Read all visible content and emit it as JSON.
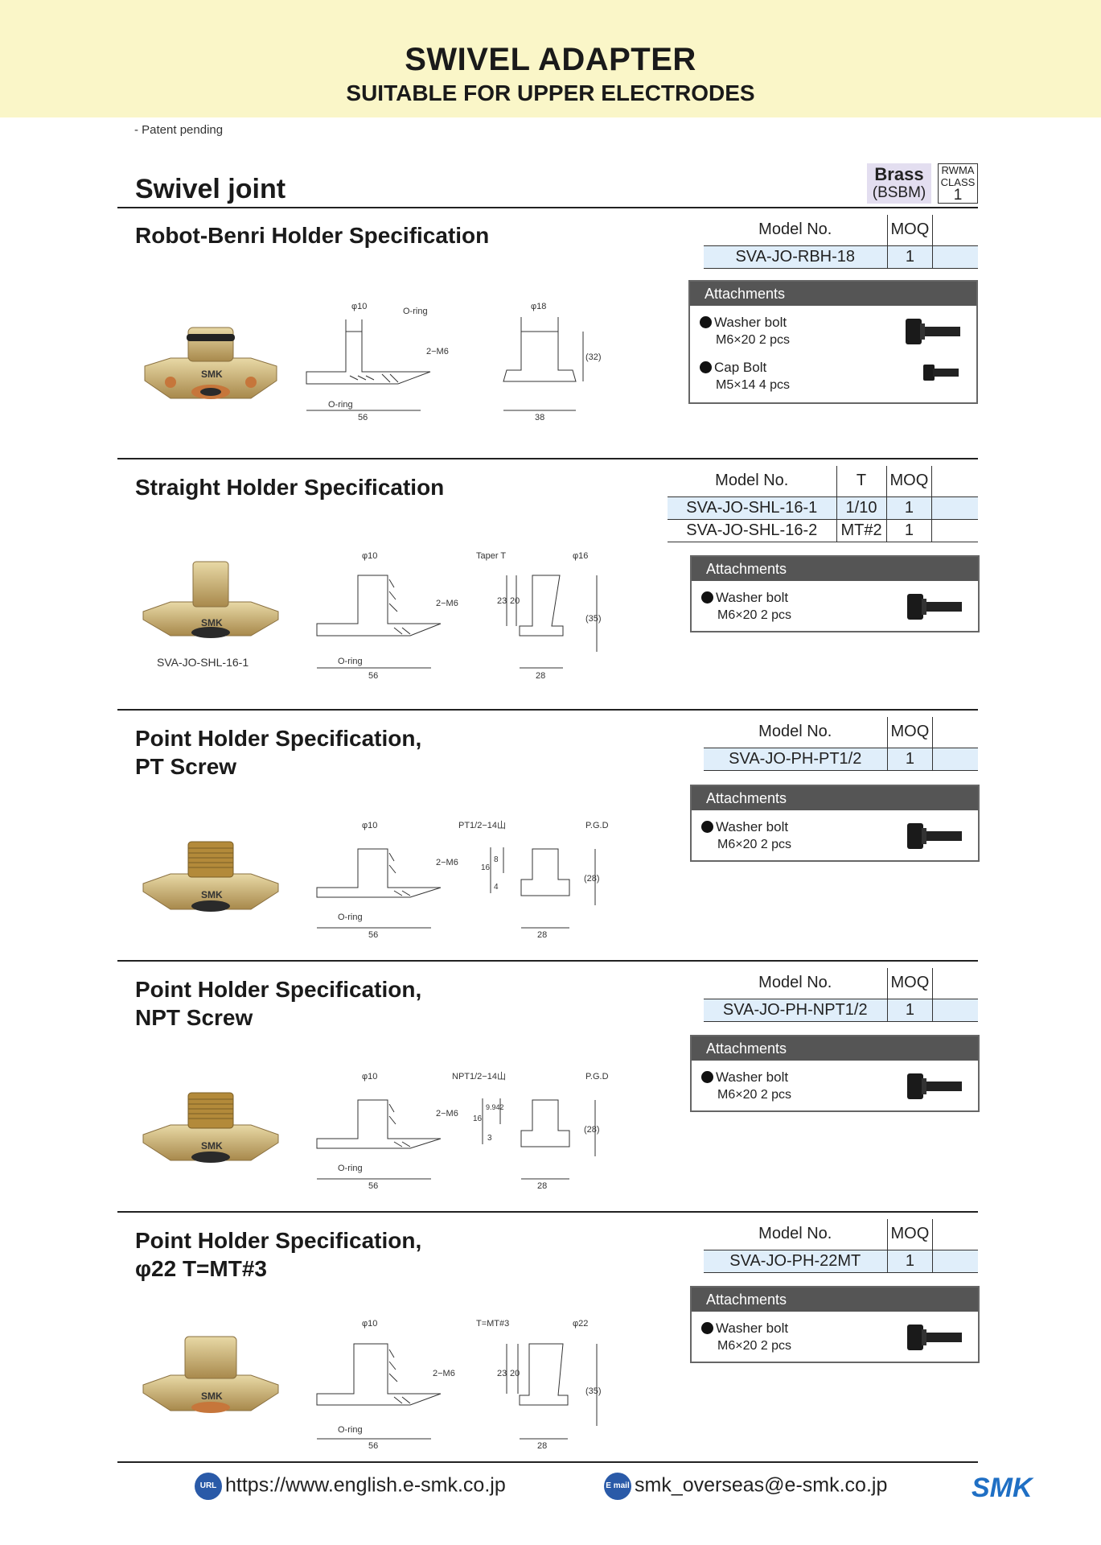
{
  "header": {
    "title": "SWIVEL ADAPTER",
    "subtitle": "SUITABLE FOR UPPER ELECTRODES"
  },
  "patent_note": "- Patent pending",
  "section_title": "Swivel joint",
  "material": {
    "name": "Brass",
    "code": "(BSBM)"
  },
  "rwma": {
    "label1": "RWMA",
    "label2": "CLASS",
    "value": "1"
  },
  "table_headers": {
    "model": "Model No.",
    "moq": "MOQ",
    "t": "T"
  },
  "attachments_label": "Attachments",
  "specs": [
    {
      "title_line1": "Robot-Benri Holder Specification",
      "title_line2": "",
      "models": [
        {
          "model": "SVA-JO-RBH-18",
          "moq": "1"
        }
      ],
      "attachments": [
        {
          "name": "Washer bolt",
          "spec": "M6×20   2 pcs",
          "icon": "washer-bolt-icon"
        },
        {
          "name": "Cap Bolt",
          "spec": "M5×14   4 pcs",
          "icon": "cap-bolt-icon"
        }
      ],
      "drawing_labels": {
        "phi_a": "φ10",
        "oring_top": "O-ring",
        "screw": "2−M6",
        "oring_bottom": "O-ring",
        "width_a": "56",
        "phi_b": "φ18",
        "height": "(32)",
        "width_b": "38"
      }
    },
    {
      "title_line1": "Straight Holder Specification",
      "title_line2": "",
      "models": [
        {
          "model": "SVA-JO-SHL-16-1",
          "t": "1/10",
          "moq": "1"
        },
        {
          "model": "SVA-JO-SHL-16-2",
          "t": "MT#2",
          "moq": "1"
        }
      ],
      "attachments": [
        {
          "name": "Washer bolt",
          "spec": "M6×20   2 pcs",
          "icon": "washer-bolt-icon"
        }
      ],
      "photo_caption": "SVA-JO-SHL-16-1",
      "drawing_labels": {
        "phi_a": "φ10",
        "screw": "2−M6",
        "oring": "O-ring",
        "width_a": "56",
        "taper": "Taper T",
        "phi_b": "φ16",
        "h1": "23",
        "h2": "20",
        "height": "(35)",
        "width_b": "28"
      }
    },
    {
      "title_line1": "Point Holder Specification,",
      "title_line2": "PT Screw",
      "models": [
        {
          "model": "SVA-JO-PH-PT1/2",
          "moq": "1"
        }
      ],
      "attachments": [
        {
          "name": "Washer bolt",
          "spec": "M6×20   2 pcs",
          "icon": "washer-bolt-icon"
        }
      ],
      "drawing_labels": {
        "phi_a": "φ10",
        "screw": "2−M6",
        "oring": "O-ring",
        "width_a": "56",
        "thread": "PT1/2−14山",
        "pgd": "P.G.D",
        "h1": "16",
        "h2": "8",
        "h3": "4",
        "height": "(28)",
        "width_b": "28"
      }
    },
    {
      "title_line1": "Point Holder Specification,",
      "title_line2": "NPT Screw",
      "models": [
        {
          "model": "SVA-JO-PH-NPT1/2",
          "moq": "1"
        }
      ],
      "attachments": [
        {
          "name": "Washer bolt",
          "spec": "M6×20   2 pcs",
          "icon": "washer-bolt-icon"
        }
      ],
      "drawing_labels": {
        "phi_a": "φ10",
        "screw": "2−M6",
        "oring": "O-ring",
        "width_a": "56",
        "thread": "NPT1/2−14山",
        "pgd": "P.G.D",
        "h1": "16",
        "h2": "9.942",
        "h3": "3",
        "height": "(28)",
        "width_b": "28"
      }
    },
    {
      "title_line1": "Point Holder Specification,",
      "title_line2": "φ22  T=MT#3",
      "models": [
        {
          "model": "SVA-JO-PH-22MT",
          "moq": "1"
        }
      ],
      "attachments": [
        {
          "name": "Washer bolt",
          "spec": "M6×20   2 pcs",
          "icon": "washer-bolt-icon"
        }
      ],
      "drawing_labels": {
        "phi_a": "φ10",
        "screw": "2−M6",
        "oring": "O-ring",
        "width_a": "56",
        "taper": "T=MT#3",
        "phi_b": "φ22",
        "h1": "23",
        "h2": "20",
        "height": "(35)",
        "width_b": "28"
      }
    }
  ],
  "photo_logo_text": "SMK",
  "footer": {
    "url_icon_text": "URL",
    "url": "https://www.english.e-smk.co.jp",
    "mail_icon_text": "E mail",
    "email": "smk_overseas@e-smk.co.jp",
    "logo": "SMK"
  }
}
